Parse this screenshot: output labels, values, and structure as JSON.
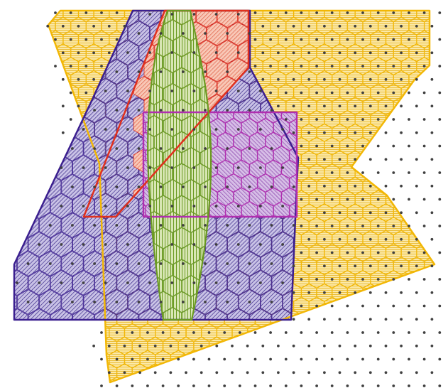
{
  "figure": {
    "kind": "hexagonal cell coverage with overlapping polygon regions",
    "regions": [
      {
        "id": "yellow-region",
        "stroke": "#f2b705",
        "fill": "#f6d55c",
        "hatch": "horizontal"
      },
      {
        "id": "blue-region",
        "stroke": "#3b1f8f",
        "fill": "#4a3a9c",
        "hatch": "diagonal"
      },
      {
        "id": "red-region",
        "stroke": "#e0301e",
        "fill": "#f28b6e",
        "hatch": "diagonal"
      },
      {
        "id": "magenta-region",
        "stroke": "#b02fb0",
        "fill": "#b45cc8",
        "hatch": "diagonal-reverse"
      },
      {
        "id": "green-region",
        "stroke": "#6a9a22",
        "fill": "#9fc25a",
        "hatch": "vertical"
      }
    ],
    "cell_center_color": "#404040"
  }
}
